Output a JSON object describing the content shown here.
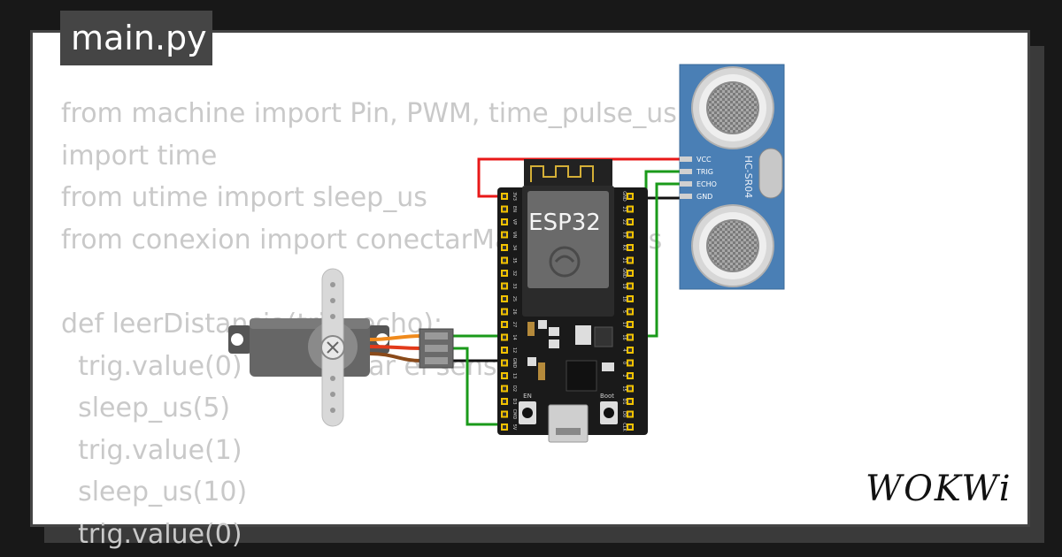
{
  "file_tab": {
    "label": "main.py"
  },
  "code_lines": [
    "from machine import Pin, PWM, time_pulse_us",
    "import time",
    "from utime import sleep_us",
    "from conexion import conectarMaquinaDatos",
    "",
    "def leerDistancia(trig, echo):",
    "  trig.value(0) # Reiniciar el sensor",
    "  sleep_us(5)",
    "  trig.value(1)",
    "  sleep_us(10)",
    "  trig.value(0)"
  ],
  "esp32": {
    "label": "ESP32",
    "left_pins": [
      "3V3",
      "EN",
      "VP",
      "VN",
      "34",
      "35",
      "32",
      "33",
      "25",
      "26",
      "27",
      "14",
      "12",
      "GND",
      "13",
      "D2",
      "D3",
      "CMD",
      "5V"
    ],
    "right_pins": [
      "GND",
      "23",
      "22",
      "TX",
      "RX",
      "21",
      "GND",
      "19",
      "18",
      "5",
      "17",
      "16",
      "4",
      "0",
      "2",
      "15",
      "D1",
      "D0",
      "CLK"
    ],
    "en_label": "EN",
    "boot_label": "Boot"
  },
  "sensor": {
    "name": "HC-SR04",
    "pins": [
      "VCC",
      "TRIG",
      "ECHO",
      "GND"
    ]
  },
  "logo": {
    "text": "WOKWi"
  },
  "colors": {
    "wire_red": "#e81818",
    "wire_green": "#1a9a1a",
    "wire_black": "#111111",
    "servo_orange": "#f08a1c",
    "sensor_blue": "#4a7fb5"
  }
}
